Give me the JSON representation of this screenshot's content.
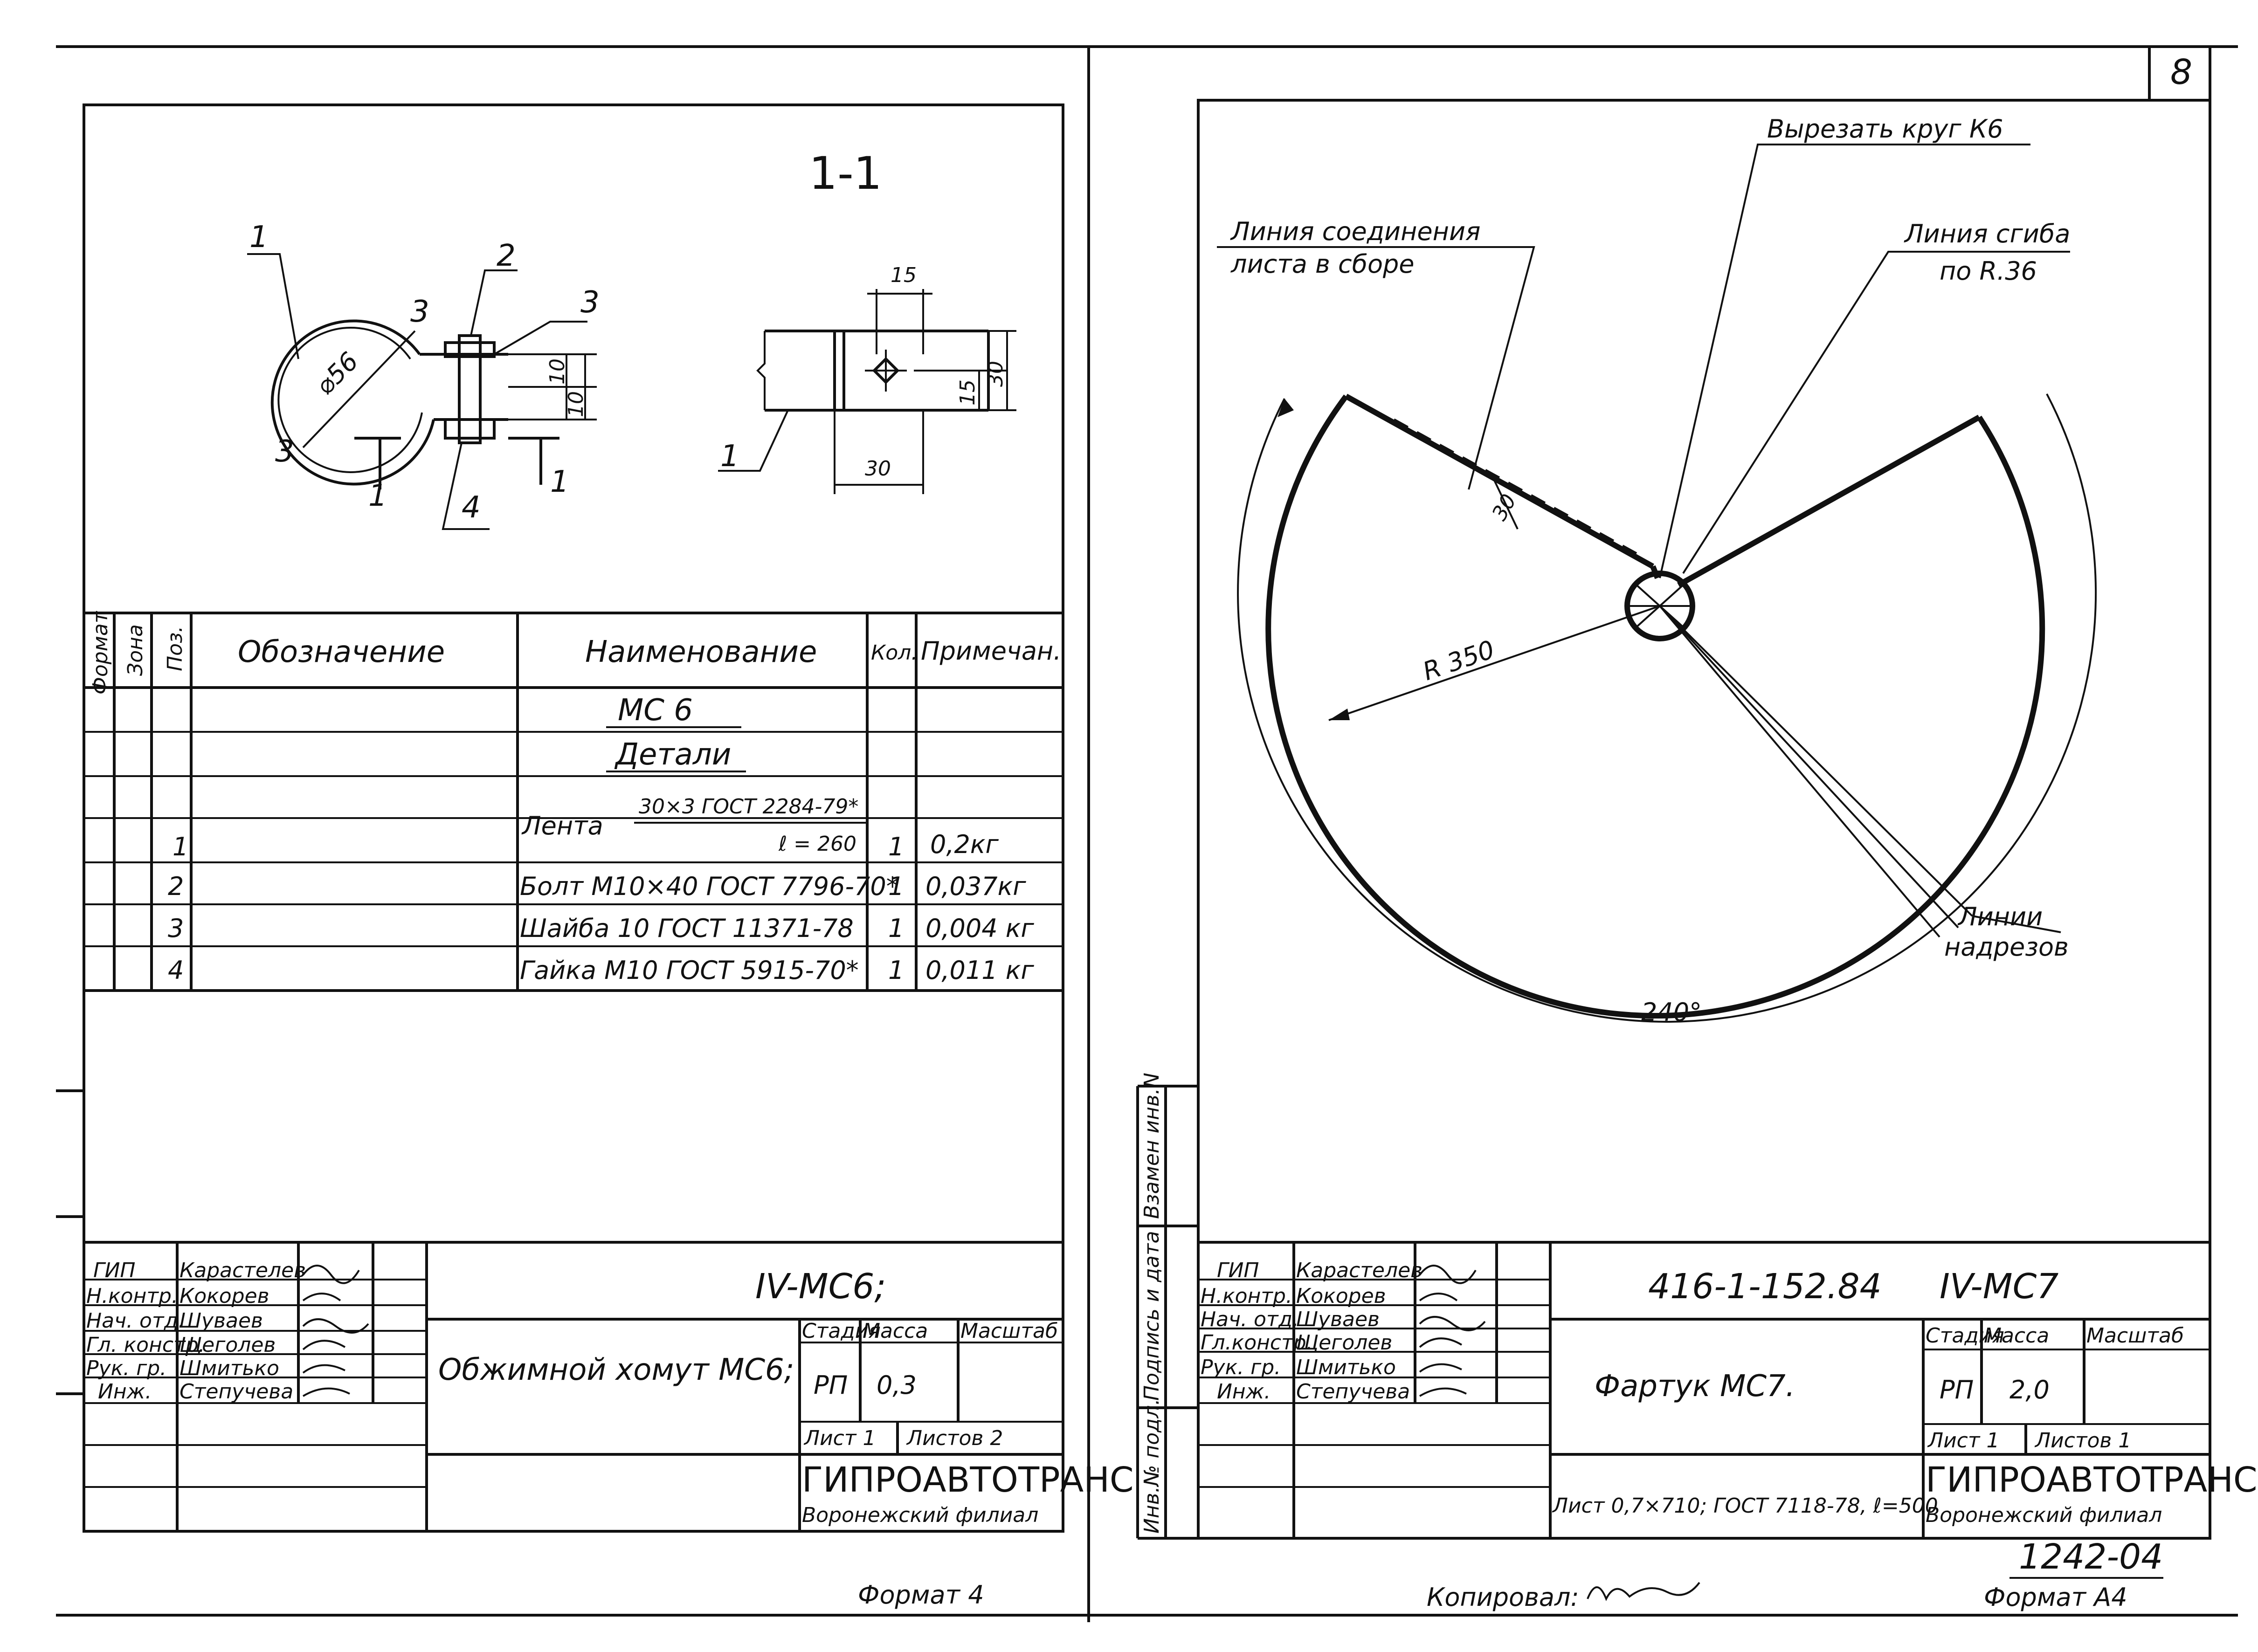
{
  "sheet_number": "8",
  "left_sheet": {
    "section_label": "1-1",
    "callouts": [
      "1",
      "2",
      "3",
      "4"
    ],
    "dims": {
      "diameter": "⌀56",
      "side_a": "15",
      "side_b": "15",
      "height": "30",
      "width": "30",
      "gap1": "10",
      "gap2": "10"
    },
    "section_marks": [
      "1",
      "1"
    ],
    "spec_headers": [
      "Формат",
      "Зона",
      "Поз.",
      "Обозначение",
      "Наименование",
      "Кол.",
      "Примечан."
    ],
    "spec_rows": [
      {
        "pos": "",
        "name": "МС 6",
        "qty": "",
        "note": ""
      },
      {
        "pos": "",
        "name": "Детали",
        "qty": "",
        "note": ""
      },
      {
        "pos": "",
        "name": "Лента",
        "name_top": "30×3 ГОСТ 2284-79*",
        "qty": "",
        "note": ""
      },
      {
        "pos": "1",
        "name": "ℓ = 260",
        "qty": "1",
        "note": "0,2кг"
      },
      {
        "pos": "2",
        "name": "Болт М10×40 ГОСТ 7796-70*",
        "qty": "1",
        "note": "0,037кг"
      },
      {
        "pos": "3",
        "name": "Шайба 10 ГОСТ 11371-78",
        "qty": "1",
        "note": "0,004 кг"
      },
      {
        "pos": "4",
        "name": "Гайка М10 ГОСТ 5915-70*",
        "qty": "1",
        "note": "0,011 кг"
      }
    ],
    "title_block": {
      "roles": [
        "ГИП",
        "Н.контр.",
        "Нач. отд.",
        "Гл. констр.",
        "Рук. гр.",
        "Инж."
      ],
      "names": [
        "Карастелев",
        "Кокорев",
        "Шуваев",
        "Щеголев",
        "Шмитько",
        "Степучева"
      ],
      "code": "IV-МС6;",
      "title": "Обжимной хомут МС6;",
      "stage_label": "Стадия",
      "mass_label": "Масса",
      "scale_label": "Масштаб",
      "stage": "РП",
      "mass": "0,3",
      "sheet": "Лист 1",
      "sheets": "Листов 2",
      "org": "ГИПРОАВТОТРАНС",
      "branch": "Воронежский филиал"
    },
    "format": "Формат 4"
  },
  "right_sheet": {
    "labels": {
      "cut_circle": "Вырезать круг К6",
      "join_line_1": "Линия соединения",
      "join_line_2": "листа в сборе",
      "bend_line_1": "Линия сгиба",
      "bend_line_2": "по R.36",
      "notch_1": "Линии",
      "notch_2": "надрезов",
      "radius": "R 350",
      "dim30": "30",
      "angle": "240°"
    },
    "side_stamp": [
      "Инв.№ подл.",
      "Подпись и дата",
      "Взамен инв.N"
    ],
    "title_block": {
      "roles": [
        "ГИП",
        "Н.контр.",
        "Нач. отд.",
        "Гл.констр.",
        "Рук. гр.",
        "Инж."
      ],
      "names": [
        "Карастелев",
        "Кокорев",
        "Шуваев",
        "Щеголев",
        "Шмитько",
        "Степучева"
      ],
      "doc_number": "416-1-152.84",
      "code": "IV-МС7",
      "title": "Фартук МС7.",
      "stage_label": "Стадия",
      "mass_label": "Масса",
      "scale_label": "Масштаб",
      "stage": "РП",
      "mass": "2,0",
      "sheet": "Лист 1",
      "sheets": "Листов 1",
      "material": "Лист 0,7×710; ГОСТ 7118-78, ℓ=500",
      "org": "ГИПРОАВТОТРАНС",
      "branch": "Воронежский филиал"
    },
    "archive_number": "1242-04",
    "copied_label": "Копировал:",
    "format": "Формат А4"
  }
}
